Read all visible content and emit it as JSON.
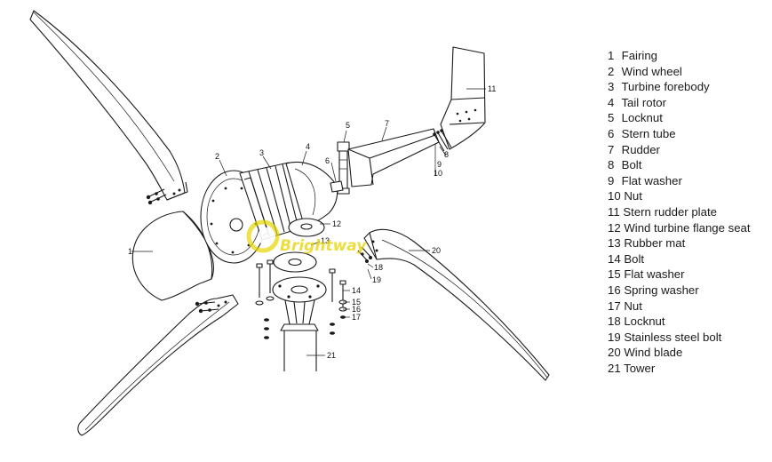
{
  "watermark": "Brightway",
  "parts": [
    {
      "num": "1",
      "name": "Fairing"
    },
    {
      "num": "2",
      "name": "Wind wheel"
    },
    {
      "num": "3",
      "name": "Turbine forebody"
    },
    {
      "num": "4",
      "name": "Tail rotor"
    },
    {
      "num": "5",
      "name": "Locknut"
    },
    {
      "num": "6",
      "name": "Stern tube"
    },
    {
      "num": "7",
      "name": "Rudder"
    },
    {
      "num": "8",
      "name": "Bolt"
    },
    {
      "num": "9",
      "name": "Flat washer"
    },
    {
      "num": "10",
      "name": "Nut"
    },
    {
      "num": "11",
      "name": "Stern rudder plate"
    },
    {
      "num": "12",
      "name": "Wind turbine flange seat"
    },
    {
      "num": "13",
      "name": "Rubber mat"
    },
    {
      "num": "14",
      "name": "Bolt"
    },
    {
      "num": "15",
      "name": "Flat washer"
    },
    {
      "num": "16",
      "name": "Spring washer"
    },
    {
      "num": "17",
      "name": "Nut"
    },
    {
      "num": "18",
      "name": "Locknut"
    },
    {
      "num": "19",
      "name": "Stainless steel bolt"
    },
    {
      "num": "20",
      "name": "Wind blade"
    },
    {
      "num": "21",
      "name": "Tower"
    }
  ]
}
